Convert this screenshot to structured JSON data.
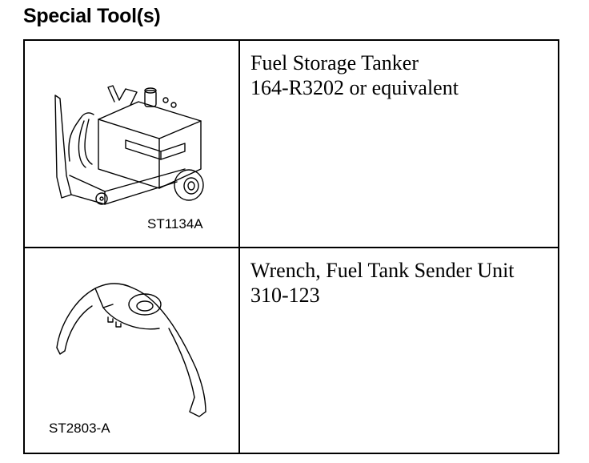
{
  "page": {
    "title": "Special Tool(s)"
  },
  "tools": [
    {
      "name": "Fuel Storage Tanker",
      "number": "164-R3202 or equivalent",
      "figure_code": "ST1134A",
      "icon": "fuel-storage-tanker-icon"
    },
    {
      "name": "Wrench, Fuel Tank Sender Unit",
      "number": "310-123",
      "figure_code": "ST2803-A",
      "icon": "sender-unit-wrench-icon"
    }
  ]
}
